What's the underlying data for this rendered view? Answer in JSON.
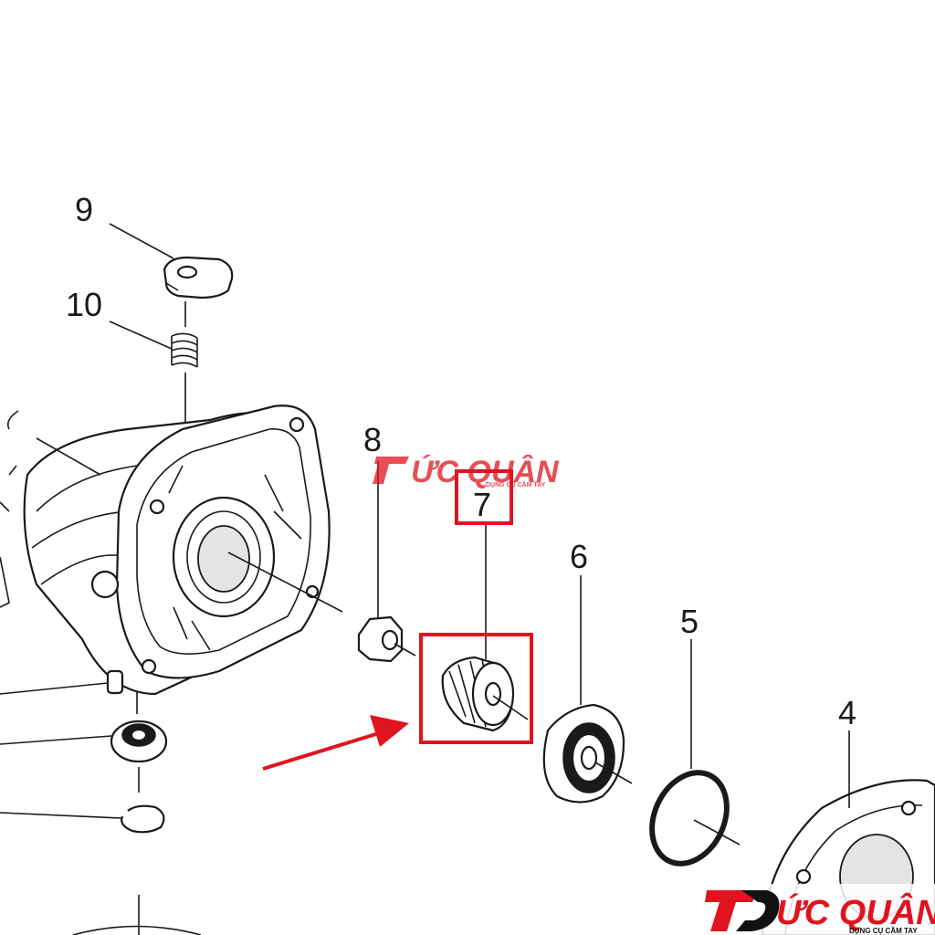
{
  "diagram": {
    "callouts": [
      {
        "id": "9",
        "label": "9"
      },
      {
        "id": "10",
        "label": "10"
      },
      {
        "id": "8",
        "label": "8"
      },
      {
        "id": "7",
        "label": "7"
      },
      {
        "id": "6",
        "label": "6"
      },
      {
        "id": "5",
        "label": "5"
      },
      {
        "id": "4",
        "label": "4"
      }
    ],
    "highlighted_part": "7",
    "highlight_color": "#e0141e",
    "arrow_color": "#e0141e"
  },
  "watermark": {
    "brand_prefix": "Đ",
    "brand_rest": "ỨC QUÂN",
    "tagline": "DỤNG CỤ CẦM TAY",
    "brand_color": "#e0141e",
    "dark_color": "#111111"
  }
}
